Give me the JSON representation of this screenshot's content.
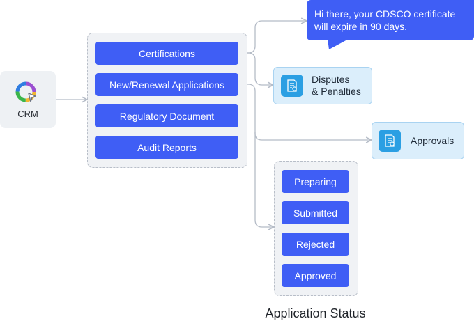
{
  "crm": {
    "label": "CRM",
    "icon": "crm-logo-icon"
  },
  "main_group": {
    "items": [
      {
        "label": "Certifications"
      },
      {
        "label": "New/Renewal Applications"
      },
      {
        "label": "Regulatory Document"
      },
      {
        "label": "Audit Reports"
      }
    ]
  },
  "notification": {
    "text": "Hi there, your CDSCO certificate will expire in 90 days."
  },
  "disputes": {
    "label_line1": "Disputes",
    "label_line2": "& Penalties",
    "icon": "document-check-icon"
  },
  "approvals": {
    "label": "Approvals",
    "icon": "document-check-icon"
  },
  "status_group": {
    "caption": "Application Status",
    "items": [
      {
        "label": "Preparing"
      },
      {
        "label": "Submitted"
      },
      {
        "label": "Rejected"
      },
      {
        "label": "Approved"
      }
    ]
  },
  "colors": {
    "primary": "#3f5ef5",
    "chip_bg": "#dbeefb",
    "chip_icon": "#2b9fe3",
    "connector": "#b5bcc7"
  }
}
